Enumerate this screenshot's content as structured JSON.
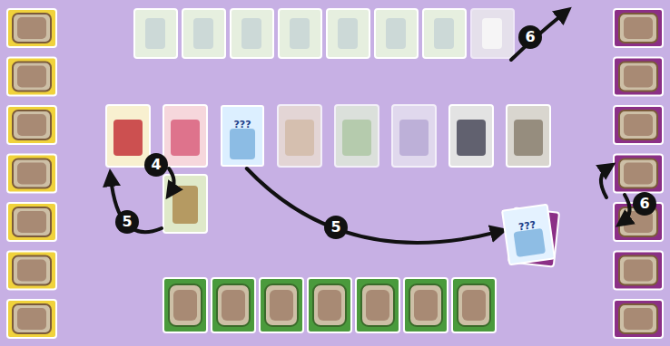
{
  "diagram": {
    "nodes": [
      {
        "text": [
          "???"
        ]
      },
      {
        "text": [
          "???"
        ]
      }
    ],
    "edges": [
      {
        "from": 0,
        "to": 1,
        "arrow": "to"
      }
    ],
    "labels": [
      "6",
      "4",
      "5",
      "5",
      "6"
    ]
  }
}
